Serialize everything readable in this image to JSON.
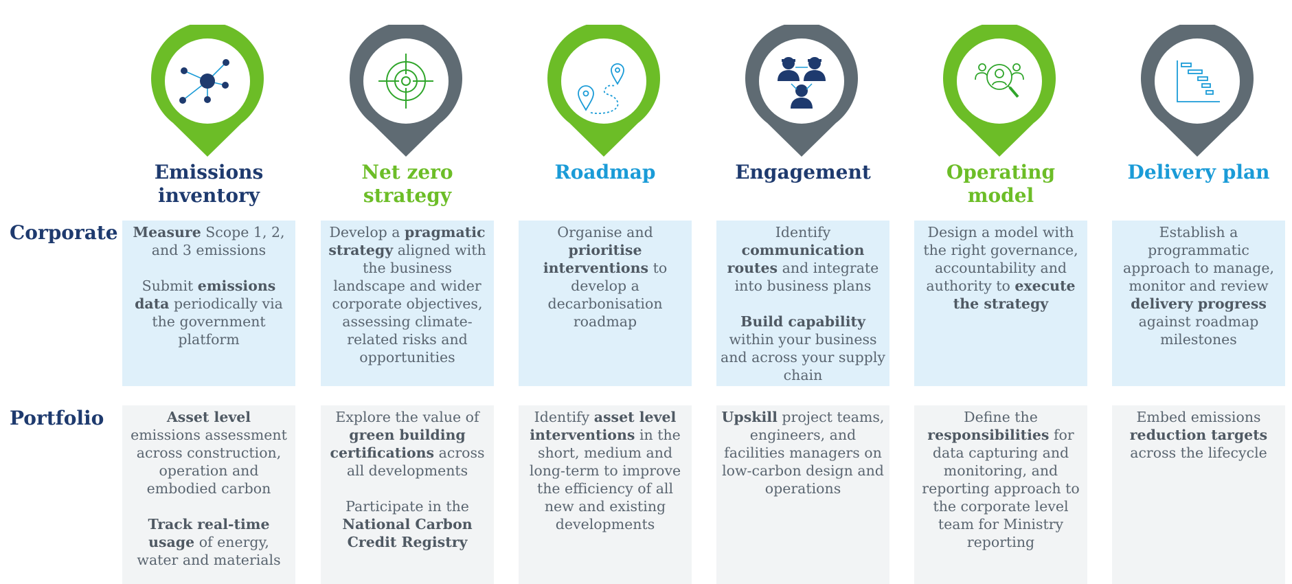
{
  "rows": {
    "corporate": "Corporate",
    "portfolio": "Portfolio"
  },
  "colors": {
    "green": "#6cbd27",
    "grey": "#5f6b73",
    "navy": "#1e3a6e",
    "teal": "#1a9bd7",
    "corporate_bg": "#dff0fa",
    "portfolio_bg": "#f2f4f5"
  },
  "columns": [
    {
      "title": "Emissions\ninventory",
      "title_color": "#1e3a6e",
      "pin_color": "#6cbd27",
      "icon": "network-nodes-icon",
      "corporate": [
        {
          "t": "Measure",
          "b": true
        },
        {
          "t": " Scope 1, 2, and 3 emissions\n\nSubmit "
        },
        {
          "t": "emissions data",
          "b": true
        },
        {
          "t": " periodically via the government platform"
        }
      ],
      "portfolio": [
        {
          "t": "Asset level",
          "b": true
        },
        {
          "t": "\nemissions assessment across construction, operation and embodied carbon\n\n"
        },
        {
          "t": "Track real-time usage",
          "b": true
        },
        {
          "t": " of energy, water and materials"
        }
      ]
    },
    {
      "title": "Net zero\nstrategy",
      "title_color": "#6cbd27",
      "pin_color": "#5f6b73",
      "icon": "target-icon",
      "corporate": [
        {
          "t": "Develop a "
        },
        {
          "t": "pragmatic strategy",
          "b": true
        },
        {
          "t": " aligned with the business landscape and wider corporate objectives, assessing climate-related risks and opportunities"
        }
      ],
      "portfolio": [
        {
          "t": "Explore the value of "
        },
        {
          "t": "green building certifications",
          "b": true
        },
        {
          "t": " across all developments\n\nParticipate in the "
        },
        {
          "t": "National Carbon Credit Registry",
          "b": true
        }
      ]
    },
    {
      "title": "Roadmap",
      "title_color": "#1a9bd7",
      "pin_color": "#6cbd27",
      "icon": "route-map-icon",
      "corporate": [
        {
          "t": "Organise and "
        },
        {
          "t": "prioritise interventions",
          "b": true
        },
        {
          "t": " to develop a decarbonisation roadmap"
        }
      ],
      "portfolio": [
        {
          "t": "Identify "
        },
        {
          "t": "asset level interventions",
          "b": true
        },
        {
          "t": " in the short, medium and long-term to improve the efficiency of all new and existing developments"
        }
      ]
    },
    {
      "title": "Engagement",
      "title_color": "#1e3a6e",
      "pin_color": "#5f6b73",
      "icon": "people-network-icon",
      "corporate": [
        {
          "t": "Identify "
        },
        {
          "t": "communication routes",
          "b": true
        },
        {
          "t": " and integrate into business plans\n\n"
        },
        {
          "t": "Build capability",
          "b": true
        },
        {
          "t": " within your business and across your supply chain"
        }
      ],
      "portfolio": [
        {
          "t": "Upskill",
          "b": true
        },
        {
          "t": " project teams, engineers, and facilities managers on low-carbon design and operations"
        }
      ]
    },
    {
      "title": "Operating\nmodel",
      "title_color": "#6cbd27",
      "pin_color": "#6cbd27",
      "icon": "person-search-icon",
      "corporate": [
        {
          "t": "Design a model with the right governance, accountability and authority to "
        },
        {
          "t": "execute the strategy",
          "b": true
        }
      ],
      "portfolio": [
        {
          "t": "Define the "
        },
        {
          "t": "responsibilities",
          "b": true
        },
        {
          "t": " for data capturing and monitoring, and reporting approach to the corporate level team for Ministry reporting"
        }
      ]
    },
    {
      "title": "Delivery plan",
      "title_color": "#1a9bd7",
      "pin_color": "#5f6b73",
      "icon": "gantt-chart-icon",
      "corporate": [
        {
          "t": "Establish a programmatic approach to manage, monitor and review "
        },
        {
          "t": "delivery progress",
          "b": true
        },
        {
          "t": " against roadmap milestones"
        }
      ],
      "portfolio": [
        {
          "t": "Embed emissions "
        },
        {
          "t": "reduction targets",
          "b": true
        },
        {
          "t": " across the lifecycle"
        }
      ]
    }
  ]
}
